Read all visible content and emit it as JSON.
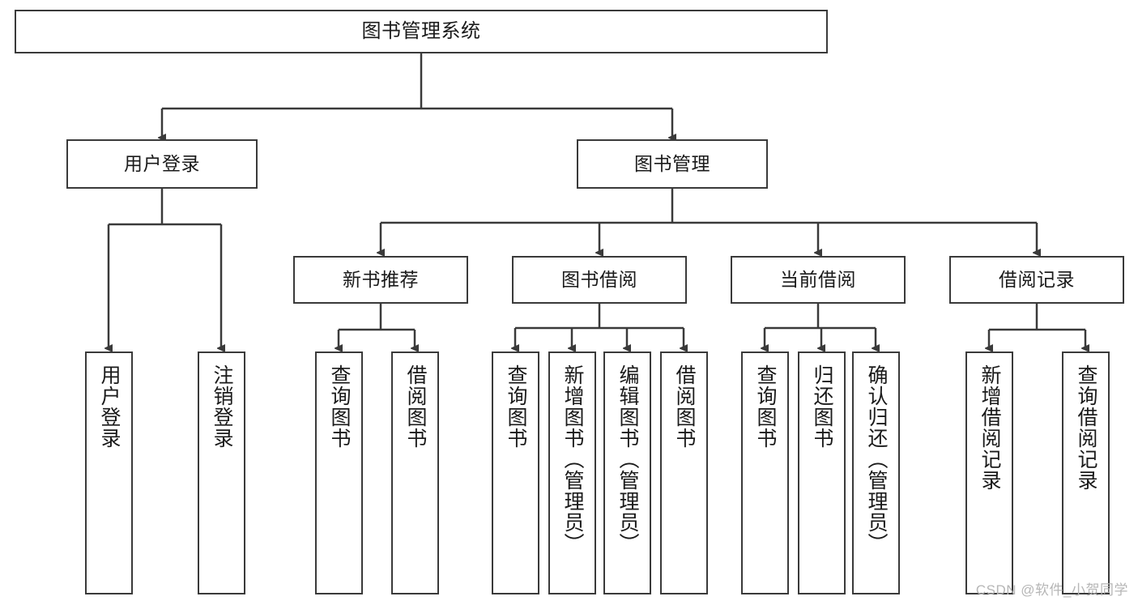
{
  "diagram": {
    "type": "tree",
    "title": "图书管理系统",
    "watermark": "CSDN @软件_小贺同学",
    "colors": {
      "box_border": "#3a3a3a",
      "box_fill": "#ffffff",
      "edge": "#3a3a3a",
      "text": "#1a1a1a",
      "watermark": "#b6b6b6"
    },
    "nodes": {
      "root": {
        "label": "图书管理系统"
      },
      "level2": [
        {
          "label": "用户登录"
        },
        {
          "label": "图书管理"
        }
      ],
      "level3": [
        {
          "label": "新书推荐"
        },
        {
          "label": "图书借阅"
        },
        {
          "label": "当前借阅"
        },
        {
          "label": "借阅记录"
        }
      ],
      "leaves": {
        "user_login": [
          {
            "label": "用户登录"
          },
          {
            "label": "注销登录"
          }
        ],
        "new_book_recommend": [
          {
            "label": "查询图书"
          },
          {
            "label": "借阅图书"
          }
        ],
        "book_borrow": [
          {
            "label": "查询图书"
          },
          {
            "label": "新增图书（管理员）"
          },
          {
            "label": "编辑图书（管理员）"
          },
          {
            "label": "借阅图书"
          }
        ],
        "current_borrow": [
          {
            "label": "查询图书"
          },
          {
            "label": "归还图书"
          },
          {
            "label": "确认归还（管理员）"
          }
        ],
        "borrow_record": [
          {
            "label": "新增借阅记录"
          },
          {
            "label": "查询借阅记录"
          }
        ]
      }
    }
  }
}
